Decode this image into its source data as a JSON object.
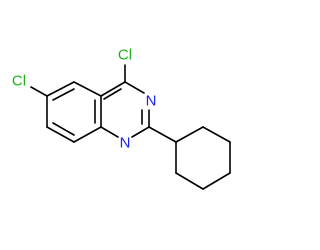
{
  "molecule": {
    "atoms": {
      "cl_c4": "Cl",
      "cl_c6": "Cl",
      "n3": "N",
      "n1": "N"
    },
    "colors": {
      "chlorine": "#1db31d",
      "nitrogen": "#2020ee",
      "bond": "#000000",
      "background": "#ffffff"
    }
  }
}
